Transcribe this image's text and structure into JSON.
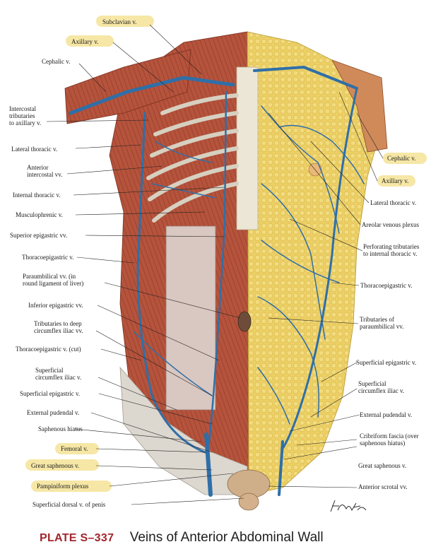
{
  "plate": {
    "number": "PLATE S–337",
    "title": "Veins of Anterior Abdominal Wall",
    "signature": "F. Netter"
  },
  "colors": {
    "muscle": "#b5533c",
    "fat": "#edd065",
    "vein": "#2f6fa8",
    "bone": "#ece6d6",
    "highlight": "#f6e7a6",
    "plate_red": "#a3252d"
  },
  "labels_left": [
    "Cephalic v.",
    "Intercostal",
    "tributaries",
    "to axillary v.",
    "Lateral thoracic v.",
    "Anterior",
    "intercostal vv.",
    "Internal thoracic v.",
    "Musculophrenic v.",
    "Superior epigastric vv.",
    "Thoracoepigastric v.",
    "Paraumbilical vv. (in",
    "round ligament of liver)",
    "Inferior epigastric vv.",
    "Tributaries to deep",
    "circumflex iliac vv.",
    "Thoracoepigastric v. (cut)",
    "Superficial",
    "circumflex iliac v.",
    "Superficial epigastric v.",
    "External pudendal v.",
    "Saphenous hiatus",
    "Superficial dorsal v. of penis"
  ],
  "labels_left_highlighted": [
    "Subclavian v.",
    "Axillary v.",
    "Femoral v.",
    "Great saphenous v.",
    "Pampiniform plexus"
  ],
  "labels_right": [
    "Lateral thoracic v.",
    "Areolar venous plexus",
    "Perforating tributaries",
    "to internal thoracic v.",
    "Thoracoepigastric v.",
    "Tributaries of",
    "paraumbilical vv.",
    "Superficial epigastric v.",
    "Superficial",
    "circumflex iliac v.",
    "External pudendal v.",
    "Cribriform fascia (over",
    "saphenous hiatus)",
    "Great saphenous v.",
    "Anterior scrotal vv."
  ],
  "labels_right_highlighted": [
    "Cephalic v.",
    "Axillary v."
  ]
}
